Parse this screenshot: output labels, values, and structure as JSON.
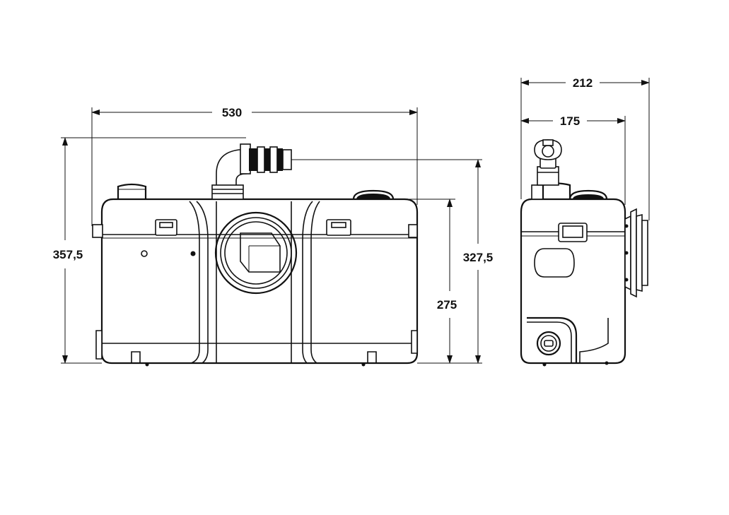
{
  "dimensions": {
    "width_front": "530",
    "height_total": "357,5",
    "height_outlet": "327,5",
    "height_body": "275",
    "depth_total": "212",
    "depth_body": "175"
  },
  "colors": {
    "line": "#111111",
    "background": "#ffffff"
  }
}
